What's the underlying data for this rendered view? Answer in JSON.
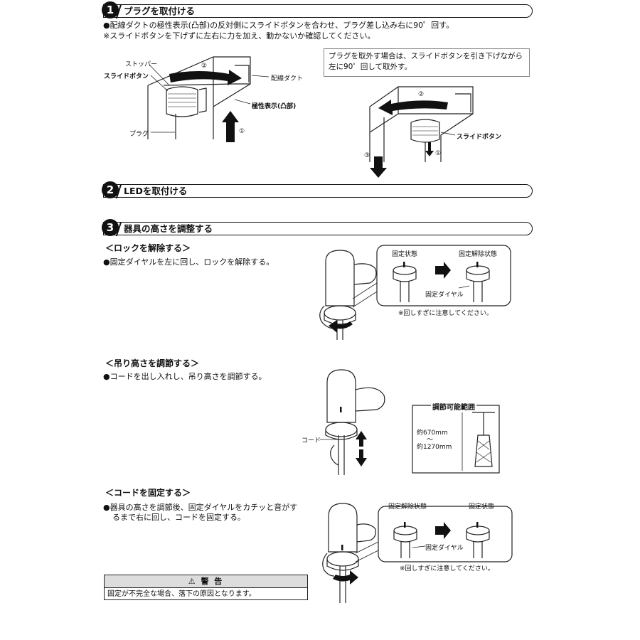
{
  "section1": {
    "number": "1",
    "title": "プラグを取付ける",
    "line1": "●配線ダクトの極性表示(凸部)の反対側にスライドボタンを合わせ、プラグ差し込み右に90゜回す。",
    "line2": "※スライドボタンを下げずに左右に力を加え、動かないか確認してください。",
    "labels": {
      "stopper": "ストッパー",
      "slide_button": "スライドボタン",
      "duct": "配線ダクト",
      "polarity": "極性表示(凸部)",
      "plug": "プラグ",
      "step1": "①",
      "step2": "②"
    },
    "removal_note": "プラグを取外す場合は、スライドボタンを引き下げながら左に90゜回して取外す。",
    "removal_labels": {
      "step2": "②",
      "slide_button": "スライドボタン",
      "step1": "①",
      "step3": "③"
    }
  },
  "section2": {
    "number": "2",
    "title": "LEDを取付ける"
  },
  "section3": {
    "number": "3",
    "title": "器具の高さを調整する",
    "unlock": {
      "heading": "＜ロックを解除する＞",
      "text": "●固定ダイヤルを左に回し、ロックを解除する。",
      "state_a": "固定状態",
      "state_b": "固定解除状態",
      "dial": "固定ダイヤル",
      "caution": "※回しすぎに注意してください。"
    },
    "height": {
      "heading": "＜吊り高さを調節する＞",
      "text": "●コードを出し入れし、吊り高さを調節する。",
      "cord": "コード",
      "range_title": "調節可能範囲",
      "range_min": "約670mm",
      "range_sep": "〜",
      "range_max": "約1270mm"
    },
    "fix": {
      "heading": "＜コードを固定する＞",
      "text_line1": "●器具の高さを調節後、固定ダイヤルをカチッと音がす",
      "text_line2": "るまで右に回し、コードを固定する。",
      "state_a": "固定解除状態",
      "state_b": "固定状態",
      "dial": "固定ダイヤル",
      "caution": "※回しすぎに注意してください。"
    }
  },
  "warning": {
    "title": "警 告",
    "text": "固定が不完全な場合、落下の原因となります。"
  }
}
